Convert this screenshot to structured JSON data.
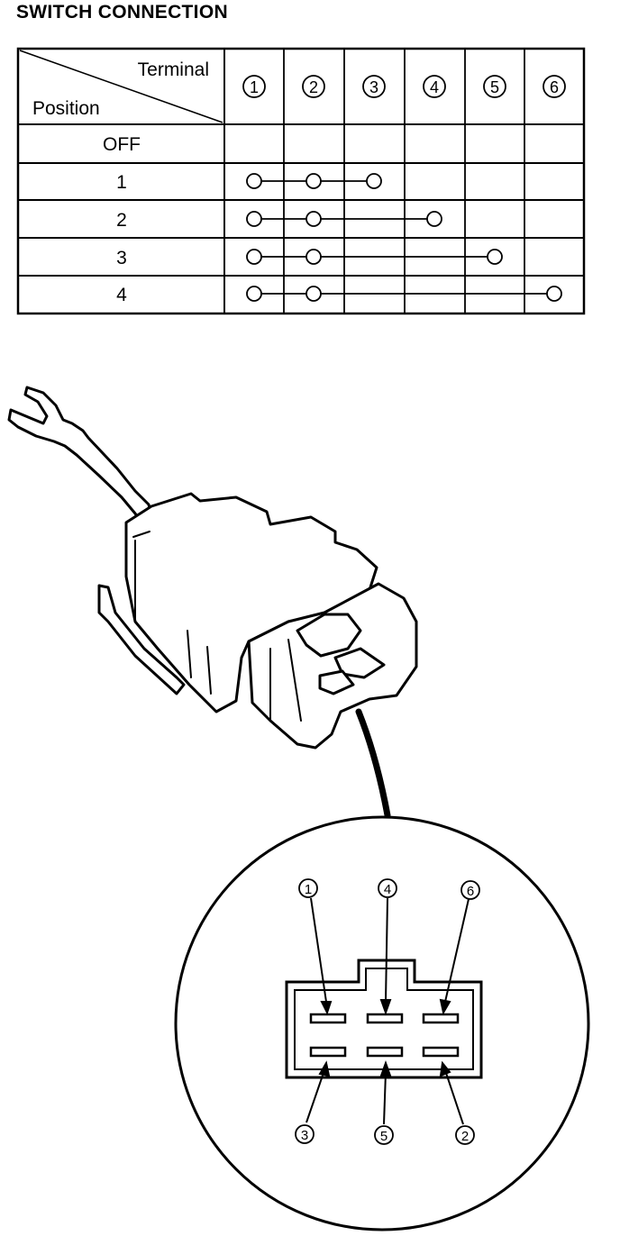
{
  "title": "SWITCH CONNECTION",
  "table": {
    "header_terminal": "Terminal",
    "header_position": "Position",
    "terminals": [
      "1",
      "2",
      "3",
      "4",
      "5",
      "6"
    ],
    "rows": [
      {
        "position": "OFF",
        "connected": []
      },
      {
        "position": "1",
        "connected": [
          1,
          2,
          3
        ]
      },
      {
        "position": "2",
        "connected": [
          1,
          2,
          4
        ]
      },
      {
        "position": "3",
        "connected": [
          1,
          2,
          5
        ]
      },
      {
        "position": "4",
        "connected": [
          1,
          2,
          6
        ]
      }
    ]
  },
  "connector": {
    "top_labels": [
      "1",
      "4",
      "6"
    ],
    "bottom_labels": [
      "3",
      "5",
      "2"
    ]
  }
}
